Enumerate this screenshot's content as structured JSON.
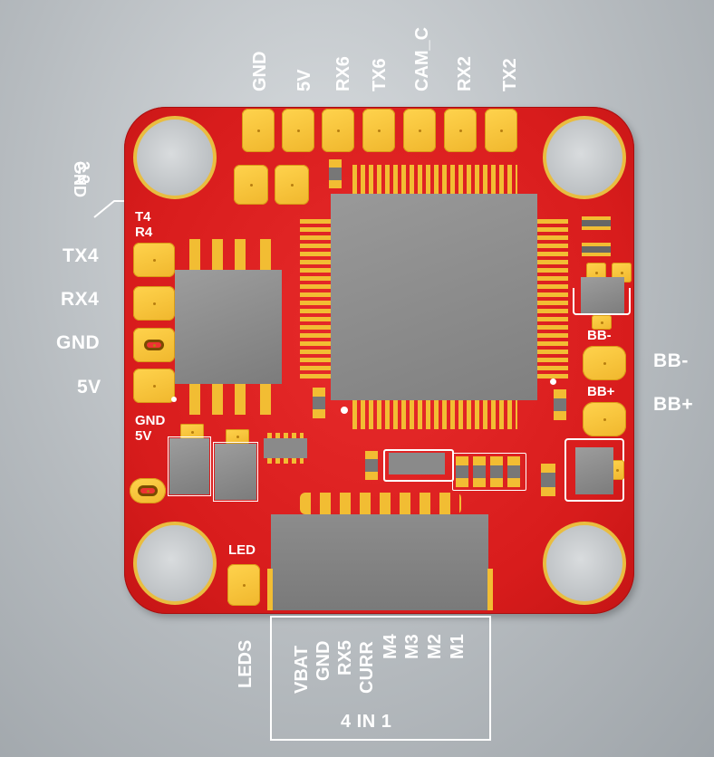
{
  "top_header_labels": [
    "GND",
    "5V",
    "RX6",
    "TX6",
    "CAM_C",
    "RX2",
    "TX2"
  ],
  "left_power_label": [
    "3.3",
    "GND"
  ],
  "silk_t4r4": [
    "T4",
    "R4"
  ],
  "left_labels": [
    "TX4",
    "RX4",
    "GND",
    "5V"
  ],
  "silk_gnd5v": [
    "GND",
    "5V"
  ],
  "silk_bb_minus": "BB-",
  "silk_bb_plus": "BB+",
  "right_labels": [
    "BB-",
    "BB+"
  ],
  "silk_led": "LED",
  "bottom_leds_label": "LEDS",
  "esc_pins": [
    "VBAT",
    "GND",
    "RX5",
    "CURR",
    "M4",
    "M3",
    "M2",
    "M1"
  ],
  "esc_connector_label": "4 IN 1",
  "colors": {
    "board": "#d81c1c",
    "pad": "#f5c23b",
    "chip": "#8c8c8c",
    "silk": "#ffffff",
    "background": "#b7bcc0"
  }
}
